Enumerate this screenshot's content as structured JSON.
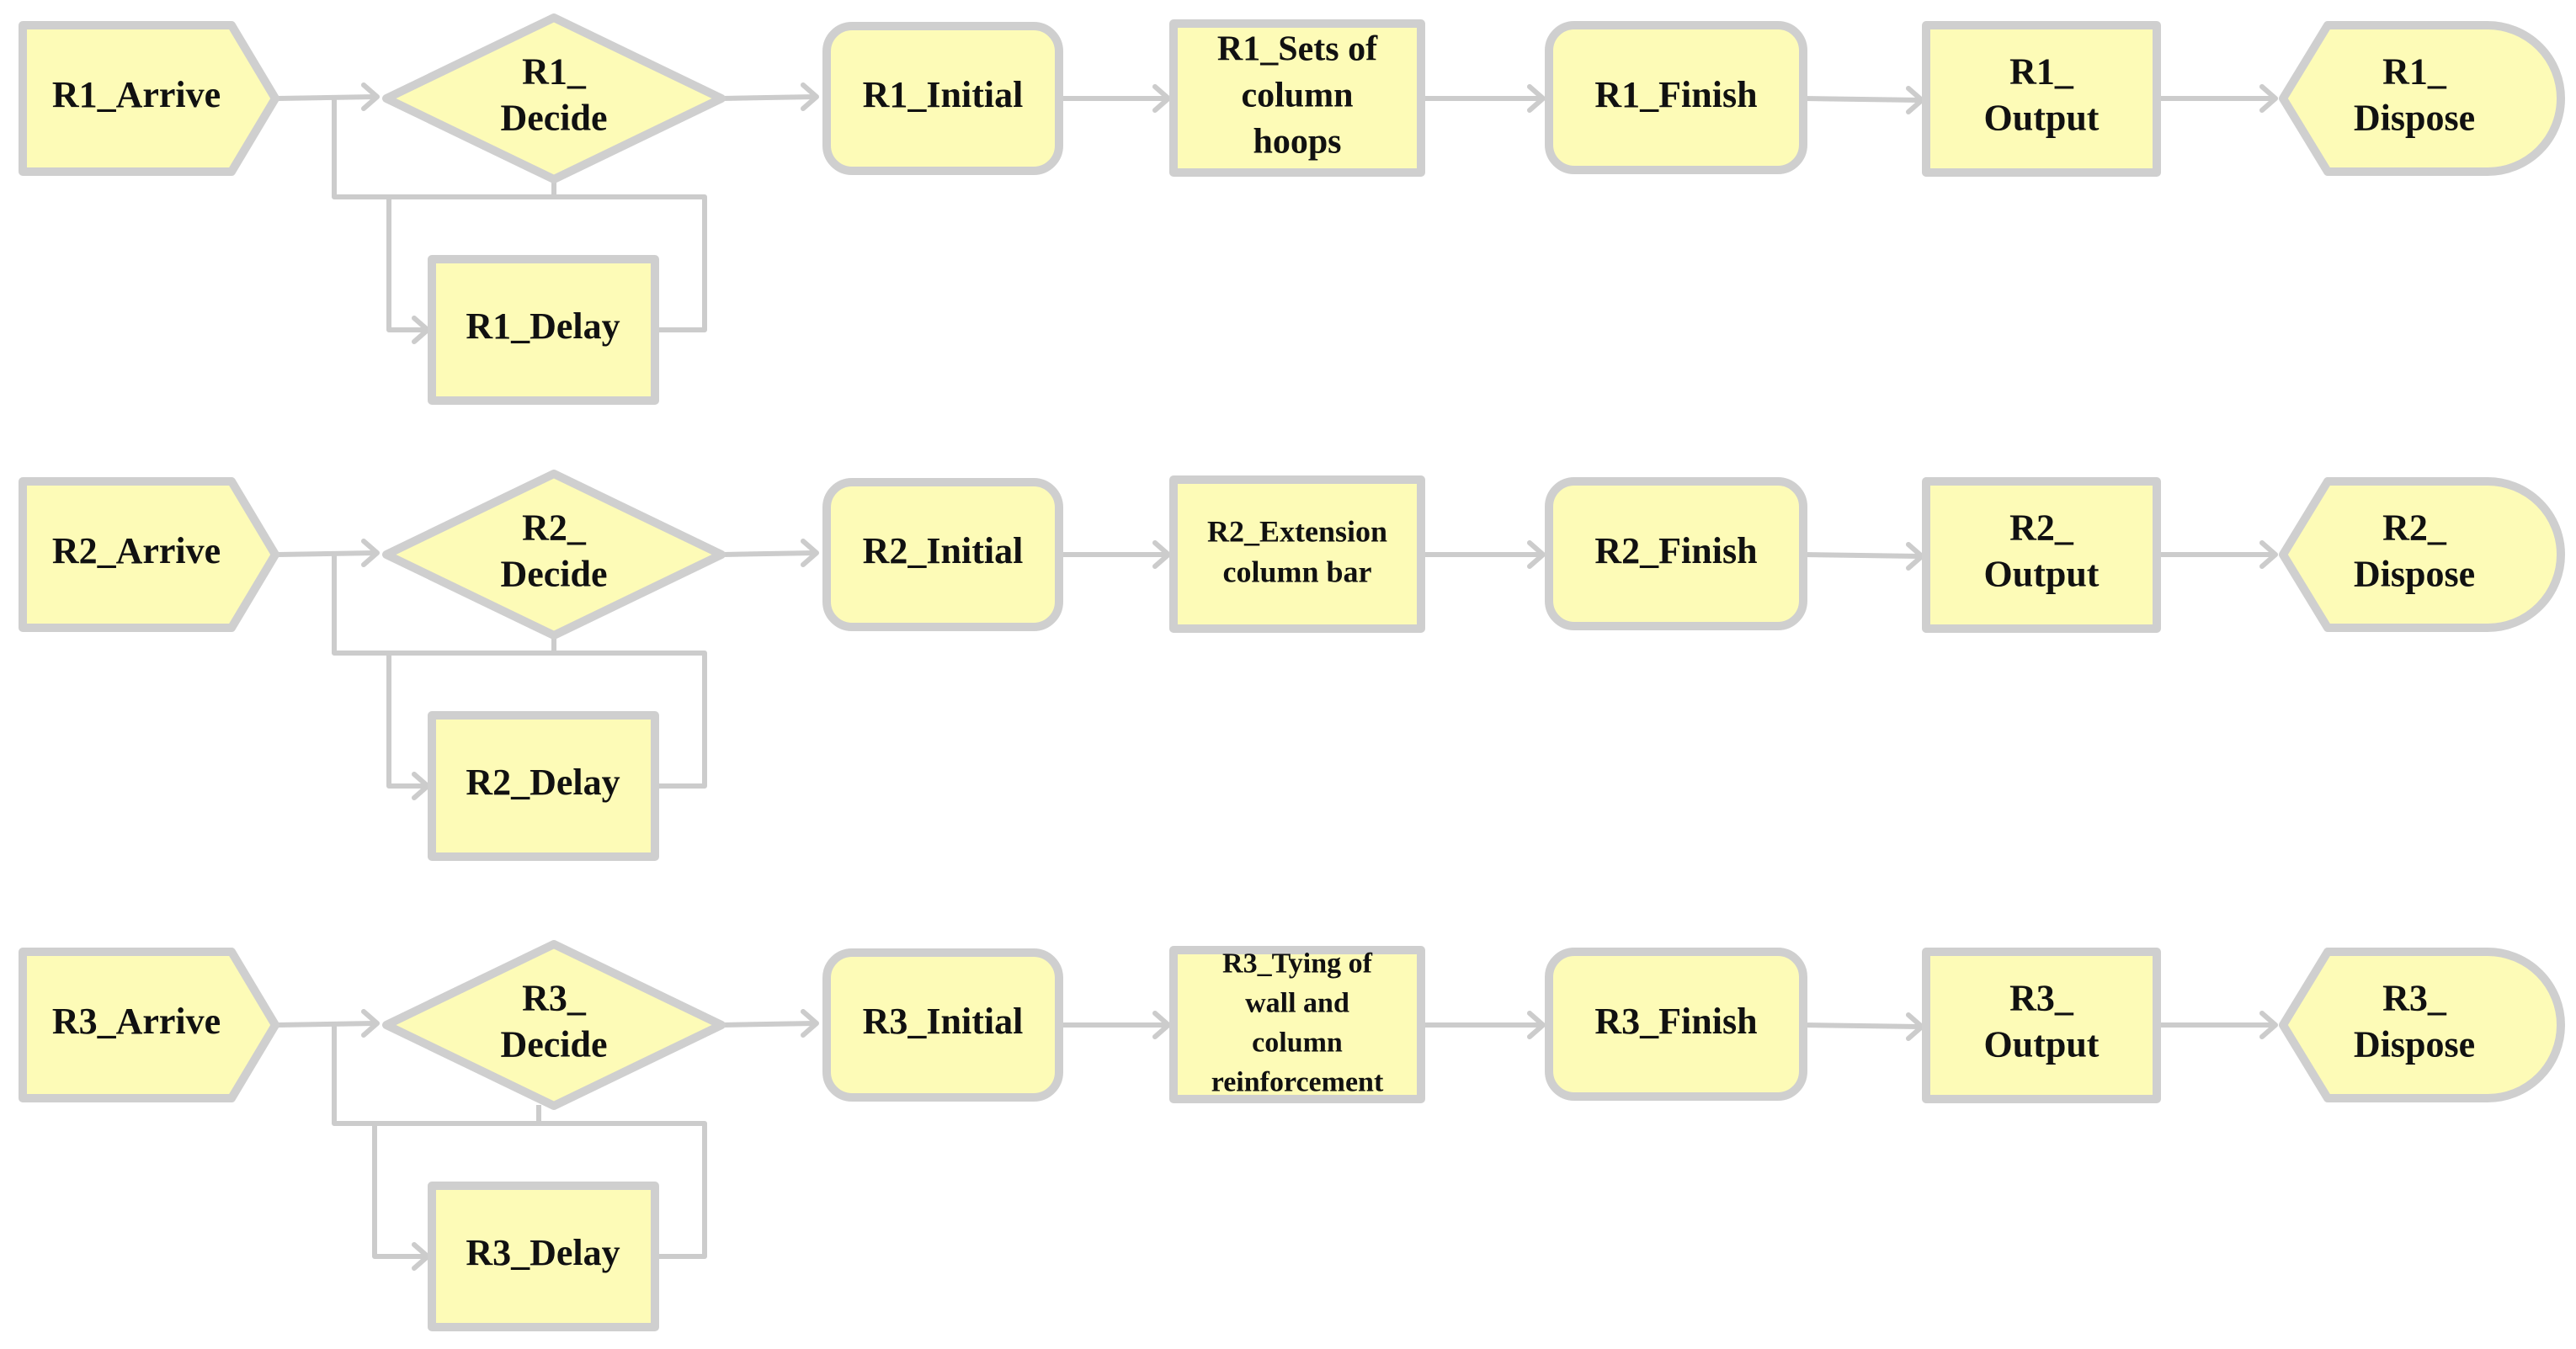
{
  "rows": [
    {
      "id": "r1",
      "nodes": {
        "arrive": "R1_Arrive",
        "decide": [
          "R1_",
          "Decide"
        ],
        "initial": "R1_Initial",
        "process": [
          "R1_Sets of",
          "column",
          "hoops"
        ],
        "finish": "R1_Finish",
        "output": [
          "R1_",
          "Output"
        ],
        "dispose": [
          "R1_",
          "Dispose"
        ],
        "delay": "R1_Delay"
      }
    },
    {
      "id": "r2",
      "nodes": {
        "arrive": "R2_Arrive",
        "decide": [
          "R2_",
          "Decide"
        ],
        "initial": "R2_Initial",
        "process": [
          "R2_Extension",
          "column bar"
        ],
        "finish": "R2_Finish",
        "output": [
          "R2_",
          "Output"
        ],
        "dispose": [
          "R2_",
          "Dispose"
        ],
        "delay": "R2_Delay"
      }
    },
    {
      "id": "r3",
      "nodes": {
        "arrive": "R3_Arrive",
        "decide": [
          "R3_",
          "Decide"
        ],
        "initial": "R3_Initial",
        "process": [
          "R3_Tying of",
          "wall and",
          "column",
          "reinforcement"
        ],
        "finish": "R3_Finish",
        "output": [
          "R3_",
          "Output"
        ],
        "dispose": [
          "R3_",
          "Dispose"
        ],
        "delay": "R3_Delay"
      }
    }
  ]
}
